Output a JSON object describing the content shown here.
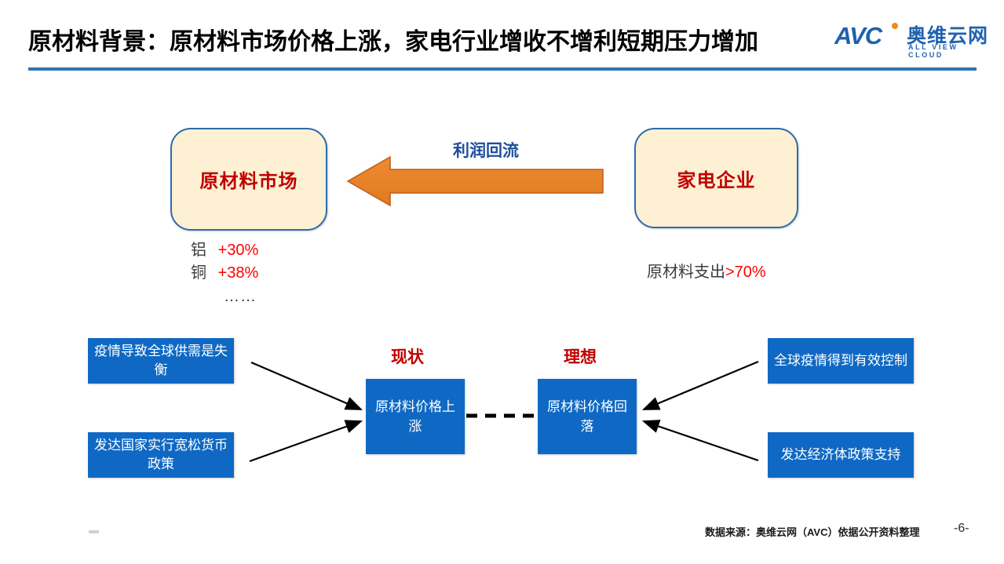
{
  "header": {
    "title": "原材料背景：原材料市场价格上涨，家电行业增收不增利短期压力增加",
    "underline_color": "#2E74B5"
  },
  "logo": {
    "mark": "AVC",
    "dot_color": "#F08A1C",
    "name_cn": "奥维云网",
    "name_en": "ALL VIEW CLOUD",
    "color": "#1F62AE"
  },
  "diagram_top": {
    "market_box": {
      "label": "原材料市场",
      "fill": "#FDF0D3",
      "border": "#2E6BAE",
      "text_color": "#C00000"
    },
    "enterprise_box": {
      "label": "家电企业",
      "fill": "#FDF0D3",
      "border": "#2E6BAE",
      "text_color": "#C00000"
    },
    "arrow": {
      "label": "利润回流",
      "label_color": "#1F4E9C",
      "fill": "#E8832B",
      "stroke": "#C05A17",
      "direction": "left"
    },
    "market_metrics": [
      {
        "name": "铝",
        "value": "+30%"
      },
      {
        "name": "铜",
        "value": "+38%"
      }
    ],
    "market_metrics_ellipsis": "……",
    "expense_note_prefix": "原材料支出",
    "expense_note_value": ">70%"
  },
  "diagram_bottom": {
    "left_causes": [
      {
        "label": "疫情导致全球供需是失衡"
      },
      {
        "label": "发达国家实行宽松货币政策"
      }
    ],
    "right_causes": [
      {
        "label": "全球疫情得到有效控制"
      },
      {
        "label": "发达经济体政策支持"
      }
    ],
    "current_state": {
      "tag": "现状",
      "label": "原材料价格上涨"
    },
    "ideal_state": {
      "tag": "理想",
      "label": "原材料价格回落"
    },
    "box_fill": "#0F69C4",
    "tag_color": "#C00000"
  },
  "footer": {
    "source": "数据来源：奥维云网（AVC）依据公开资料整理",
    "page_number": "-6-"
  }
}
